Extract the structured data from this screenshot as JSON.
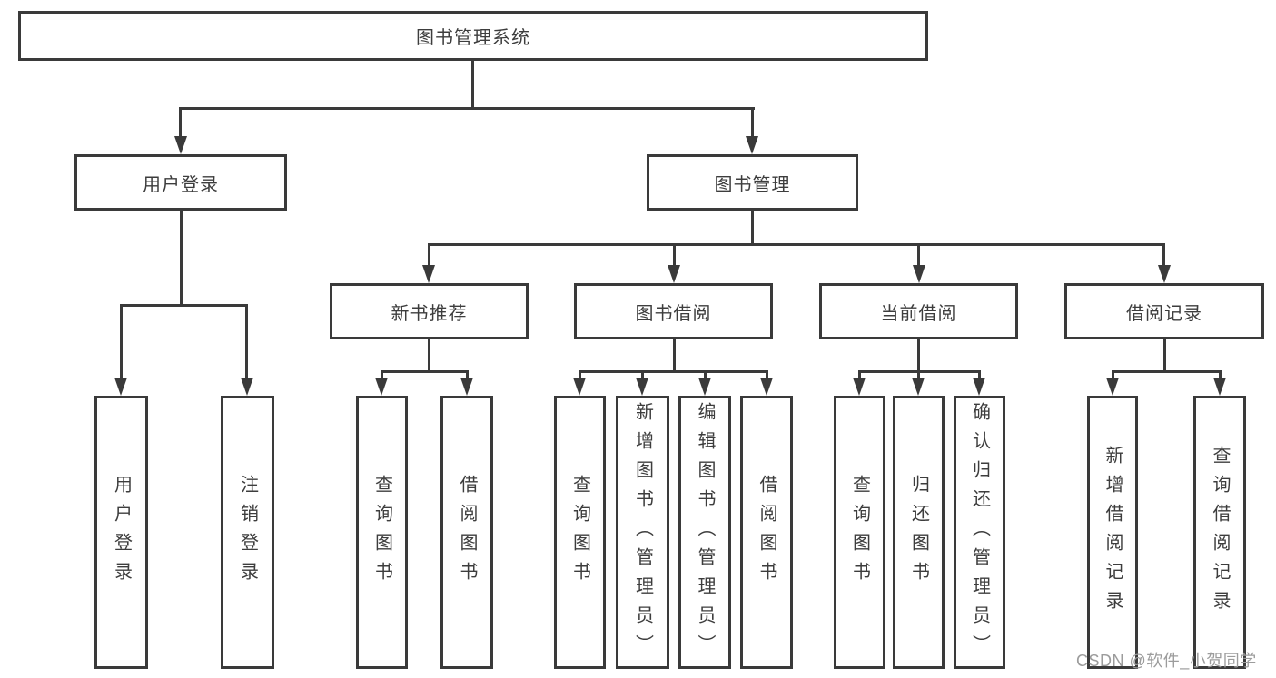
{
  "colors": {
    "line": "#3a3a3a",
    "text": "#3d3d3d",
    "watermark": "#9c9c9c",
    "background": "#ffffff"
  },
  "watermark": {
    "text": "CSDN @软件_小贺同学"
  },
  "tree": {
    "root": {
      "label": "图书管理系统",
      "children": [
        {
          "label": "用户登录",
          "children": [
            {
              "label": "用户登录"
            },
            {
              "label": "注销登录"
            }
          ]
        },
        {
          "label": "图书管理",
          "children": [
            {
              "label": "新书推荐",
              "children": [
                {
                  "label": "查询图书"
                },
                {
                  "label": "借阅图书"
                }
              ]
            },
            {
              "label": "图书借阅",
              "children": [
                {
                  "label": "查询图书"
                },
                {
                  "label": "新增图书（管理员）"
                },
                {
                  "label": "编辑图书（管理员）"
                },
                {
                  "label": "借阅图书"
                }
              ]
            },
            {
              "label": "当前借阅",
              "children": [
                {
                  "label": "查询图书"
                },
                {
                  "label": "归还图书"
                },
                {
                  "label": "确认归还（管理员）"
                }
              ]
            },
            {
              "label": "借阅记录",
              "children": [
                {
                  "label": "新增借阅记录"
                },
                {
                  "label": "查询借阅记录"
                }
              ]
            }
          ]
        }
      ]
    }
  }
}
